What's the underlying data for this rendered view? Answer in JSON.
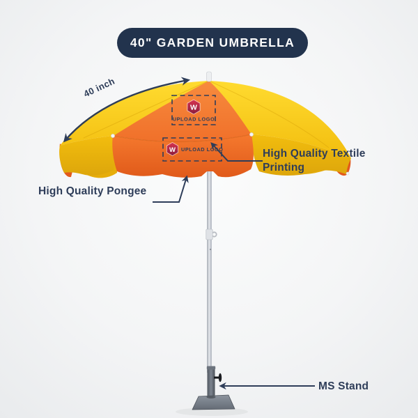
{
  "page": {
    "background": "#f3f4f5"
  },
  "badge": {
    "label": "40\" GARDEN UMBRELLA",
    "bg_color": "#22334d",
    "text_color": "#ffffff"
  },
  "annotations": {
    "dimension_label": "40 inch",
    "textile_line1": "High Quality Textile",
    "textile_line2": "Printing",
    "pongee_label": "High Quality Pongee",
    "stand_label": "MS Stand",
    "text_color": "#2e3d59",
    "arrow_color": "#2e3d59"
  },
  "umbrella": {
    "logo_placeholder_top": {
      "letter": "W",
      "label": "UPLOAD LOGO"
    },
    "logo_placeholder_front": {
      "letter": "W",
      "label": "UPLOAD LOGO"
    },
    "colors": {
      "orange": "#f0702a",
      "orange_dark": "#e05a1a",
      "yellow": "#f6c411",
      "yellow_dark": "#e6ad0a",
      "pole_silver": "#c9ccd3",
      "stand_gray": "#6a717c",
      "logo_red_top": "#d83350",
      "logo_red_bottom": "#8a1d3e"
    }
  }
}
